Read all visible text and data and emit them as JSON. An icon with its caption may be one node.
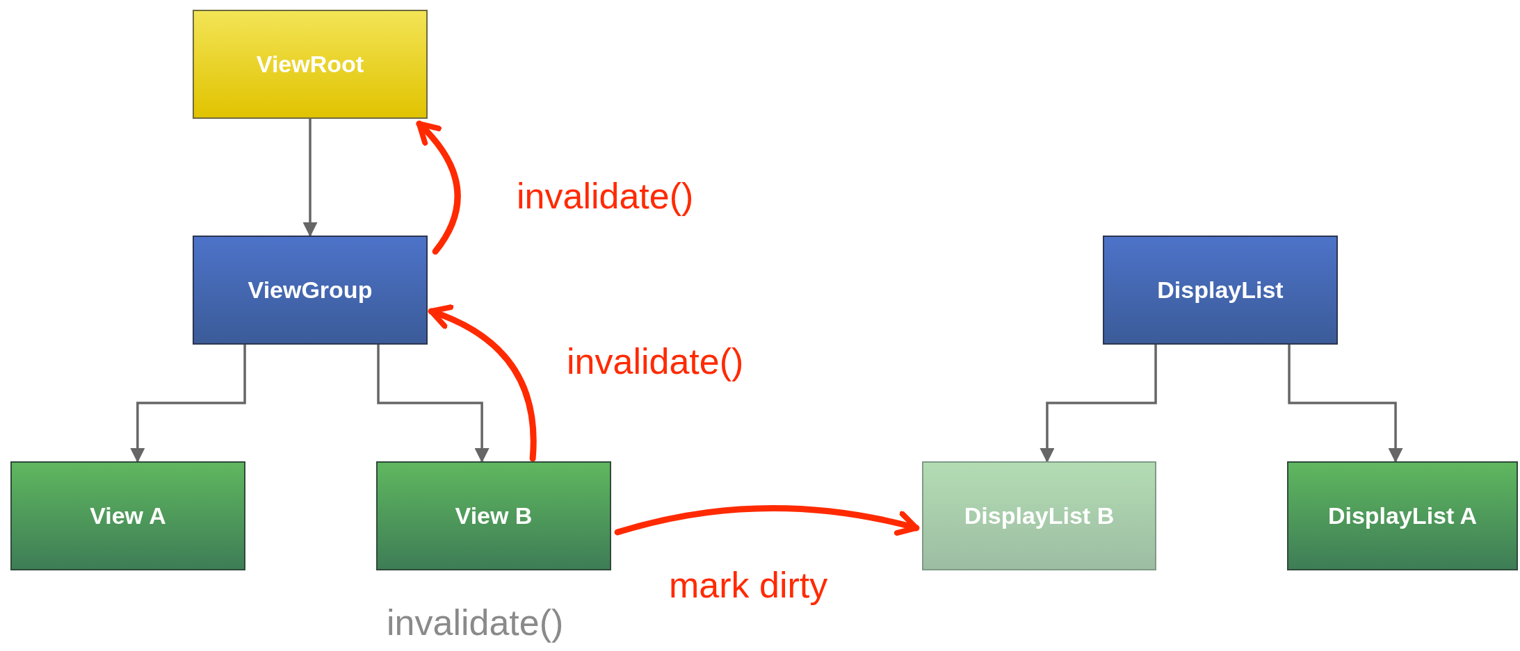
{
  "diagram": {
    "nodes": [
      {
        "text": [
          "ViewRoot"
        ]
      },
      {
        "text": [
          "ViewGroup"
        ]
      },
      {
        "text": [
          "View A"
        ]
      },
      {
        "text": [
          "View B"
        ],
        "beside": [
          "invalidate()"
        ]
      },
      {
        "text": [
          "DisplayList"
        ]
      },
      {
        "text": [
          "DisplayList B"
        ]
      },
      {
        "text": [
          "DisplayList A"
        ]
      }
    ],
    "edges": [
      {
        "from": 0,
        "to": 1,
        "arrow": "to"
      },
      {
        "from": 1,
        "to": 2,
        "arrow": "to"
      },
      {
        "from": 1,
        "to": 3,
        "arrow": "to"
      },
      {
        "from": 4,
        "to": 5,
        "arrow": "to"
      },
      {
        "from": 4,
        "to": 6,
        "arrow": "to"
      },
      {
        "from": 1,
        "to": 0,
        "arrow": "to",
        "label": "invalidate()",
        "style": "thick",
        "color": "#ff2a00"
      },
      {
        "from": 3,
        "to": 1,
        "arrow": "to",
        "label": "invalidate()",
        "style": "thick",
        "color": "#ff2a00"
      },
      {
        "from": 3,
        "to": 5,
        "arrow": "to",
        "label": "mark dirty",
        "style": "thick",
        "color": "#ff2a00"
      }
    ]
  }
}
